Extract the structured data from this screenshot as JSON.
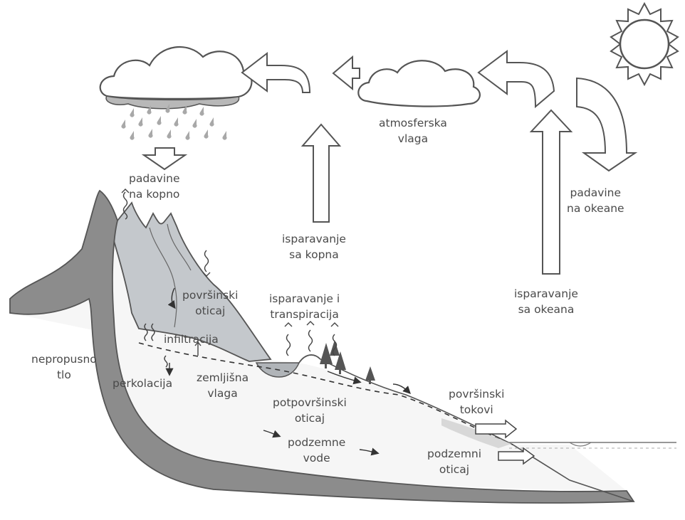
{
  "labels": {
    "precip_land": "padavine\nna kopno",
    "evap_land": "isparavanje\nsa kopna",
    "atmospheric_moisture": "atmosferska\nvlaga",
    "precip_ocean": "padavine\nna okeane",
    "evap_ocean": "isparavanje\nsa okeana",
    "surface_runoff": "površinski\noticaj",
    "evapotranspiration": "isparavanje i\ntranspiracija",
    "infiltration": "infiltracija",
    "impermeable_ground": "nepropusno\ntlo",
    "percolation": "perkolacija",
    "soil_moisture": "zemljišna\nvlaga",
    "subsurface_runoff": "potpovršinski\noticaj",
    "surface_streams": "površinski\ntokovi",
    "groundwater": "podzemne\nvode",
    "groundwater_runoff": "podzemni\noticaj"
  },
  "colors": {
    "outline": "#555555",
    "bedrock": "#8c8c8c",
    "mountain": "#c4c8cc",
    "ground_fill": "#f6f6f6",
    "cloud_shadow": "#b8b8b8",
    "rain": "#a8a8a8",
    "text": "#4a4a4a"
  }
}
